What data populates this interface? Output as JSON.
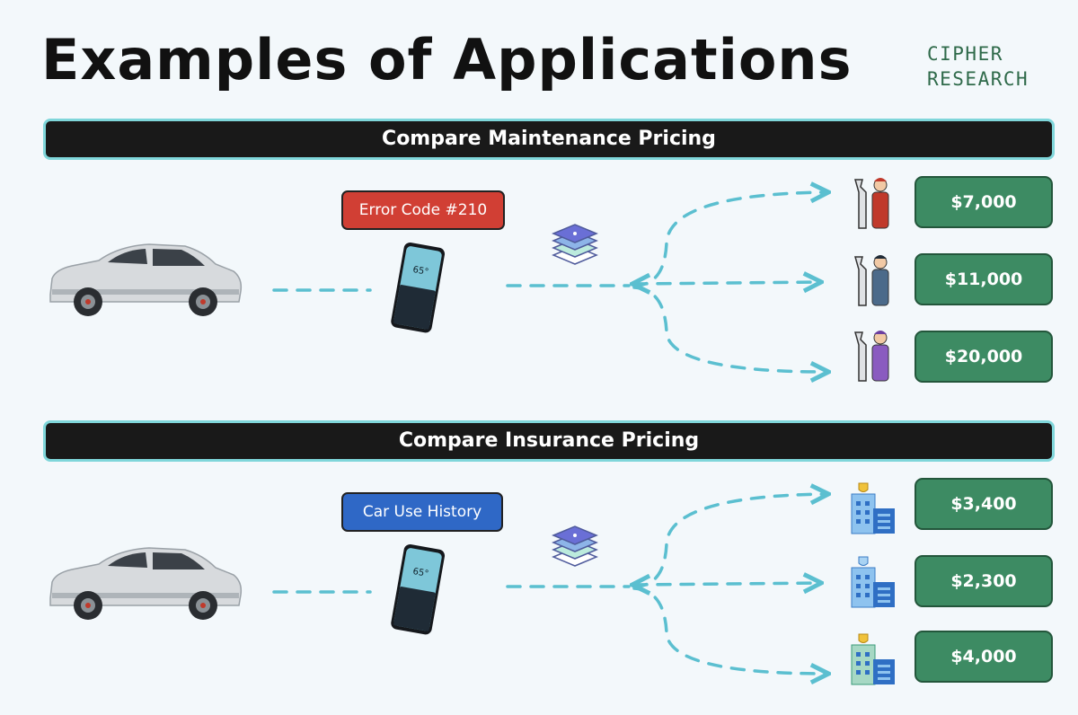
{
  "title": "Examples of Applications",
  "brand": {
    "line1": "CIPHER",
    "line2": "RESEARCH"
  },
  "sections": [
    {
      "heading": "Compare Maintenance Pricing",
      "tag": {
        "label": "Error Code #210",
        "color": "#d13f34"
      },
      "icon": "mechanic-icon",
      "prices": [
        "$7,000",
        "$11,000",
        "$20,000"
      ]
    },
    {
      "heading": "Compare Insurance Pricing",
      "tag": {
        "label": "Car Use History",
        "color": "#2f68c6"
      },
      "icon": "office-building-icon",
      "prices": [
        "$3,400",
        "$2,300",
        "$4,000"
      ]
    }
  ],
  "colors": {
    "background": "#f3f8fb",
    "bar": "#191919",
    "bar_border": "#7fd6da",
    "price": "#3d8b63",
    "arrow": "#5bbfd0"
  }
}
